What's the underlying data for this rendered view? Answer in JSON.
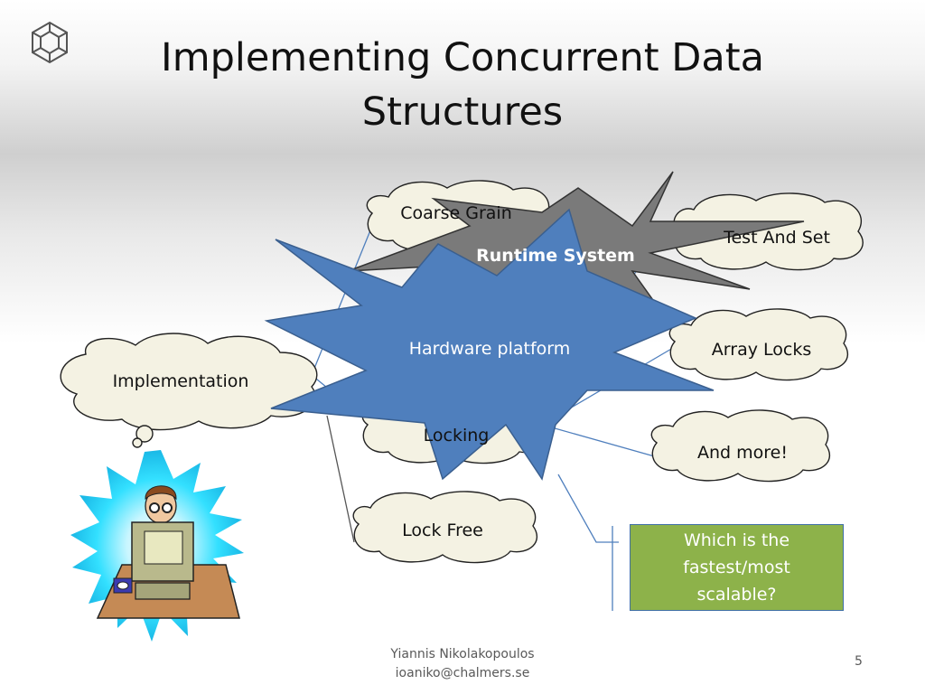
{
  "slide": {
    "title": "Implementing Concurrent Data Structures",
    "page_number": "5"
  },
  "diagram": {
    "root_thought": "Implementation",
    "branches": {
      "coarse_grain": "Coarse Grain",
      "locking": "Locking",
      "lock_free": "Lock Free"
    },
    "lock_types": {
      "test_and_set": "Test And Set",
      "array_locks": "Array Locks",
      "and_more": "And more!"
    },
    "overlays": {
      "runtime_system": "Runtime System",
      "hardware_platform": "Hardware platform"
    },
    "callout": "Which is the fastest/most scalable?"
  },
  "footer": {
    "author": "Yiannis Nikolakopoulos",
    "email": "ioaniko@chalmers.se"
  },
  "colors": {
    "cloud_fill": "#f4f2e3",
    "cloud_stroke": "#222222",
    "hardware_star": "#4f7fbd",
    "runtime_star": "#7a7a7a",
    "callout_fill": "#8db24a",
    "connector": "#4f7fbd",
    "programmer_glow": "#33e0ff"
  },
  "icons": [
    "logo-icon",
    "programmer-illustration"
  ]
}
